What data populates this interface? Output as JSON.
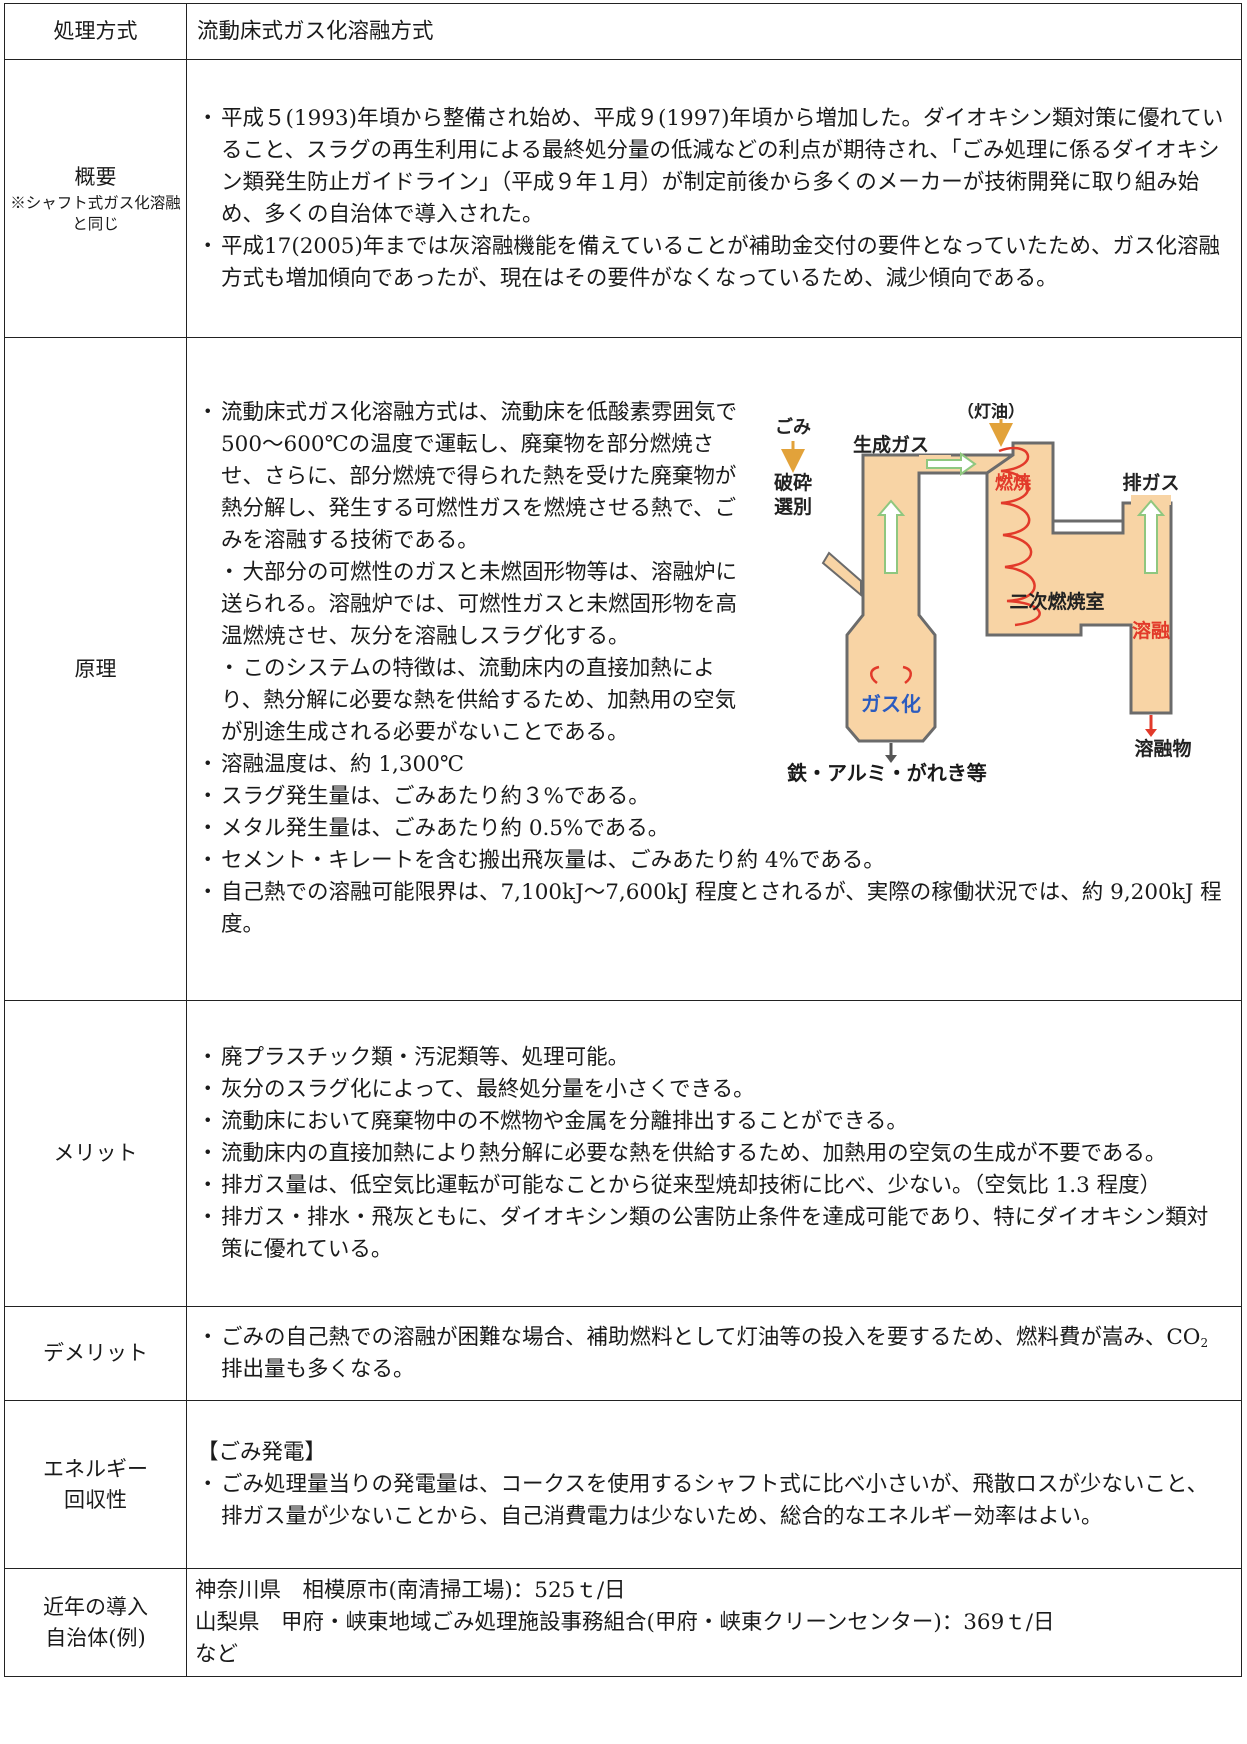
{
  "rows": {
    "header": {
      "label": "処理方式",
      "value": "流動床式ガス化溶融方式"
    },
    "overview": {
      "label": "概要",
      "note": "※シャフト式ガス化溶融と同じ",
      "items": [
        "平成５(1993)年頃から整備され始め、平成９(1997)年頃から増加した。ダイオキシン類対策に優れていること、スラグの再生利用による最終処分量の低減などの利点が期待され、「ごみ処理に係るダイオキシン類発生防止ガイドライン」（平成９年１月）が制定前後から多くのメーカーが技術開発に取り組み始め、多くの自治体で導入された。",
        "平成17(2005)年までは灰溶融機能を備えていることが補助金交付の要件となっていたため、ガス化溶融方式も増加傾向であったが、現在はその要件がなくなっているため、減少傾向である。"
      ]
    },
    "principle": {
      "label": "原理",
      "intro": "流動床式ガス化溶融方式は、流動床を低酸素雰囲気で 500～600℃の温度で運転し、廃棄物を部分燃焼させ、さらに、部分燃焼で得られた熱を受けた廃棄物が熱分解し、発生する可燃性ガスを燃焼させる熱で、ごみを溶融する技術である。",
      "para2": "大部分の可燃性のガスと未燃固形物等は、溶融炉に送られる。溶融炉では、可燃性ガスと未燃固形物を高温燃焼させ、灰分を溶融しスラグ化する。",
      "para3": "このシステムの特徴は、流動床内の直接加熱により、熱分解に必要な熱を供給するため、加熱用の空気が別途生成される必要がないことである。",
      "items": [
        "溶融温度は、約 1,300℃",
        "スラグ発生量は、ごみあたり約３%である。",
        "メタル発生量は、ごみあたり約 0.5%である。",
        "セメント・キレートを含む搬出飛灰量は、ごみあたり約 4%である。",
        "自己熱での溶融可能限界は、7,100kJ～7,600kJ 程度とされるが、実際の稼働状況では、約 9,200kJ 程度。"
      ],
      "diagram": {
        "kerosene": "（灯油）",
        "waste": "ごみ",
        "crush": "破砕",
        "sort": "選別",
        "gen_gas": "生成ガス",
        "combustion": "燃焼",
        "exhaust": "排ガス",
        "secondary": "二次燃焼室",
        "melting": "溶融",
        "gasify": "ガス化",
        "molten": "溶融物",
        "residue": "鉄・アルミ・がれき等"
      }
    },
    "merit": {
      "label": "メリット",
      "items": [
        "廃プラスチック類・汚泥類等、処理可能。",
        "灰分のスラグ化によって、最終処分量を小さくできる。",
        "流動床において廃棄物中の不燃物や金属を分離排出することができる。",
        "流動床内の直接加熱により熱分解に必要な熱を供給するため、加熱用の空気の生成が不要である。",
        "排ガス量は、低空気比運転が可能なことから従来型焼却技術に比べ、少ない。（空気比 1.3 程度）",
        "排ガス・排水・飛灰ともに、ダイオキシン類の公害防止条件を達成可能であり、特にダイオキシン類対策に優れている。"
      ]
    },
    "demerit": {
      "label": "デメリット",
      "text_a": "ごみの自己熱での溶融が困難な場合、補助燃料として灯油等の投入を要するため、燃料費が嵩み、CO",
      "sub": "2",
      "text_b": "排出量も多くなる。"
    },
    "energy": {
      "label1": "エネルギー",
      "label2": "回収性",
      "heading": "【ごみ発電】",
      "items": [
        "ごみ処理量当りの発電量は、コークスを使用するシャフト式に比べ小さいが、飛散ロスが少ないこと、排ガス量が少ないことから、自己消費電力は少ないため、総合的なエネルギー効率はよい。"
      ]
    },
    "recent": {
      "label1": "近年の導入",
      "label2": "自治体(例)",
      "lines": [
        "神奈川県　相模原市(南清掃工場)：525ｔ/日",
        "山梨県　甲府・峡東地域ごみ処理施設事務組合(甲府・峡東クリーンセンター)：369ｔ/日",
        "など"
      ]
    }
  }
}
